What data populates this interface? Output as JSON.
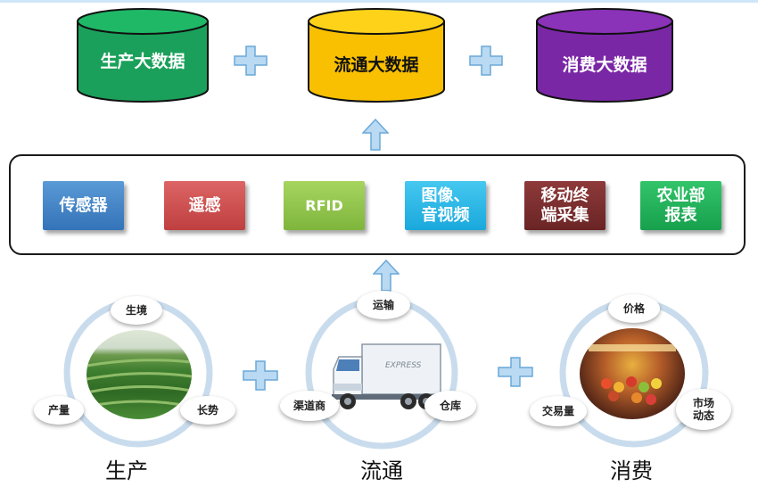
{
  "top_databases": [
    {
      "label": "生产大数据",
      "color": "#1aa05a",
      "text_color": "#ffffff"
    },
    {
      "label": "流通大数据",
      "color": "#f8c000",
      "text_color": "#111111"
    },
    {
      "label": "消费大数据",
      "color": "#7a27a6",
      "text_color": "#ffffff"
    }
  ],
  "sources": [
    {
      "line1": "传感器",
      "line2": "",
      "color": "#3f86c8"
    },
    {
      "line1": "遥感",
      "line2": "",
      "color": "#cf4c4c"
    },
    {
      "line1": "RFID",
      "line2": "",
      "color": "#93c84a"
    },
    {
      "line1": "图像、",
      "line2": "音视频",
      "color": "#25b8e8"
    },
    {
      "line1": "移动终",
      "line2": "端采集",
      "color": "#7b2d2d"
    },
    {
      "line1": "农业部",
      "line2": "报表",
      "color": "#1fb25a"
    }
  ],
  "stages": [
    {
      "title": "生产",
      "tags": [
        "生境",
        "产量",
        "长势"
      ]
    },
    {
      "title": "流通",
      "tags": [
        "运输",
        "渠道商",
        "仓库"
      ]
    },
    {
      "title": "消费",
      "tags": [
        "价格",
        "交易量",
        "市场",
        "动态"
      ]
    }
  ],
  "truck_text": "EXPRESS",
  "colors": {
    "arrow": "#b9daf2",
    "arrow_stroke": "#6aa8d8",
    "ring": "#c9dced"
  }
}
